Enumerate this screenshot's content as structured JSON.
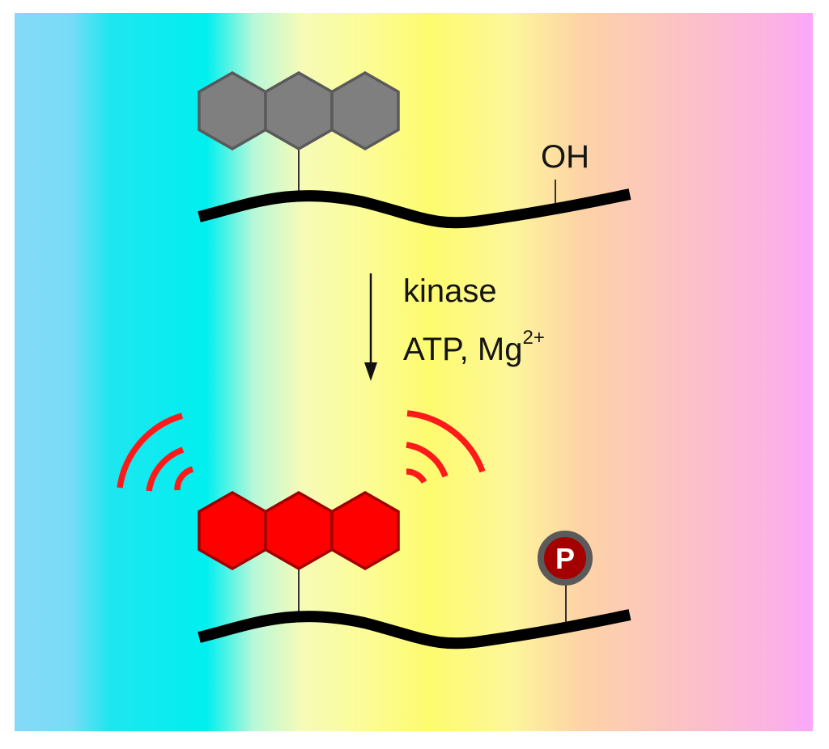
{
  "labels": {
    "hydroxyl": "OH",
    "enzyme": "kinase",
    "cofactors": "ATP, Mg",
    "charge": "2+",
    "phosphate": "P"
  },
  "colors": {
    "fluorophore_off": "#7f7f7f",
    "fluorophore_on": "#ff0000",
    "signal_waves": "#ff1a1a",
    "phosphate_fill": "#a50000",
    "phosphate_ring": "#5a5a5a",
    "peptide_backbone": "#000000"
  },
  "icons": {
    "arrow": "down-arrow-icon",
    "phosphate": "phosphate-badge-icon"
  }
}
